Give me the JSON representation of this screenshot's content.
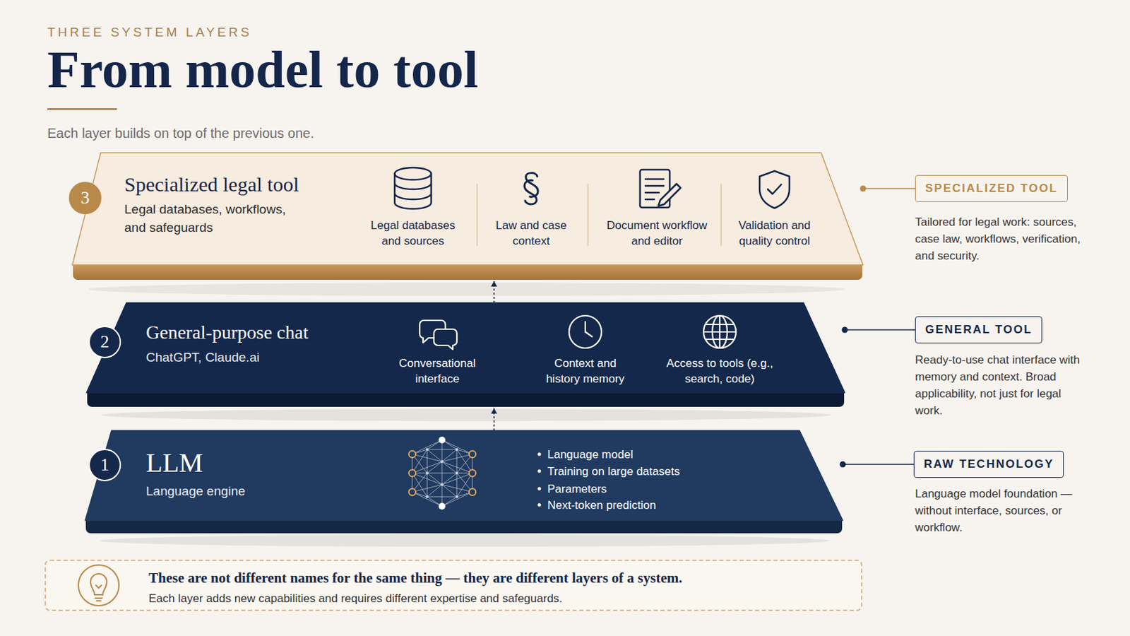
{
  "diagram": {
    "title": "From model to tool",
    "nodes": [
      {
        "text": [
          "Specialized legal tool",
          "Legal databases, workflows, and safeguards"
        ]
      },
      {
        "text": [
          "3"
        ],
        "in": 0
      },
      {
        "text": [
          "SPECIALIZED TOOL"
        ]
      },
      {
        "text": [
          "General-purpose chat",
          "ChatGPT, Claude.ai"
        ]
      },
      {
        "text": [
          "2"
        ],
        "in": 3
      },
      {
        "text": [
          "GENERAL TOOL"
        ]
      },
      {
        "text": [
          "LLM",
          "Language engine"
        ]
      },
      {
        "text": [
          "1"
        ],
        "in": 6
      },
      {
        "text": [
          "RAW TECHNOLOGY"
        ]
      },
      {
        "text": [
          "These are not different names for the same thing — they are different layers of a system.",
          "Each layer adds new capabilities and requires different expertise and safeguards."
        ]
      }
    ],
    "edges": [
      {
        "from": 0,
        "to": 2,
        "arrow": "none"
      },
      {
        "from": 3,
        "to": 5,
        "arrow": "none"
      },
      {
        "from": 6,
        "to": 8,
        "arrow": "none"
      },
      {
        "from": 6,
        "to": 3,
        "arrow": "to"
      },
      {
        "from": 3,
        "to": 0,
        "arrow": "to"
      }
    ],
    "labels": [
      "THREE SYSTEM LAYERS",
      "Each layer builds on top of the previous one.",
      "Legal databases and sources",
      "Law and case context",
      "Document workflow and editor",
      "Validation and quality control",
      "Tailored for legal work: sources, case law, workflows, verification, and security.",
      "Conversational interface",
      "Context and history memory",
      "Access to tools (e.g., search, code)",
      "Ready-to-use chat interface with memory and context. Broad applicability, not just for legal work.",
      "Language model",
      "Training on large datasets",
      "Parameters",
      "Next-token prediction",
      "Language model foundation — without interface, sources, or workflow."
    ]
  }
}
